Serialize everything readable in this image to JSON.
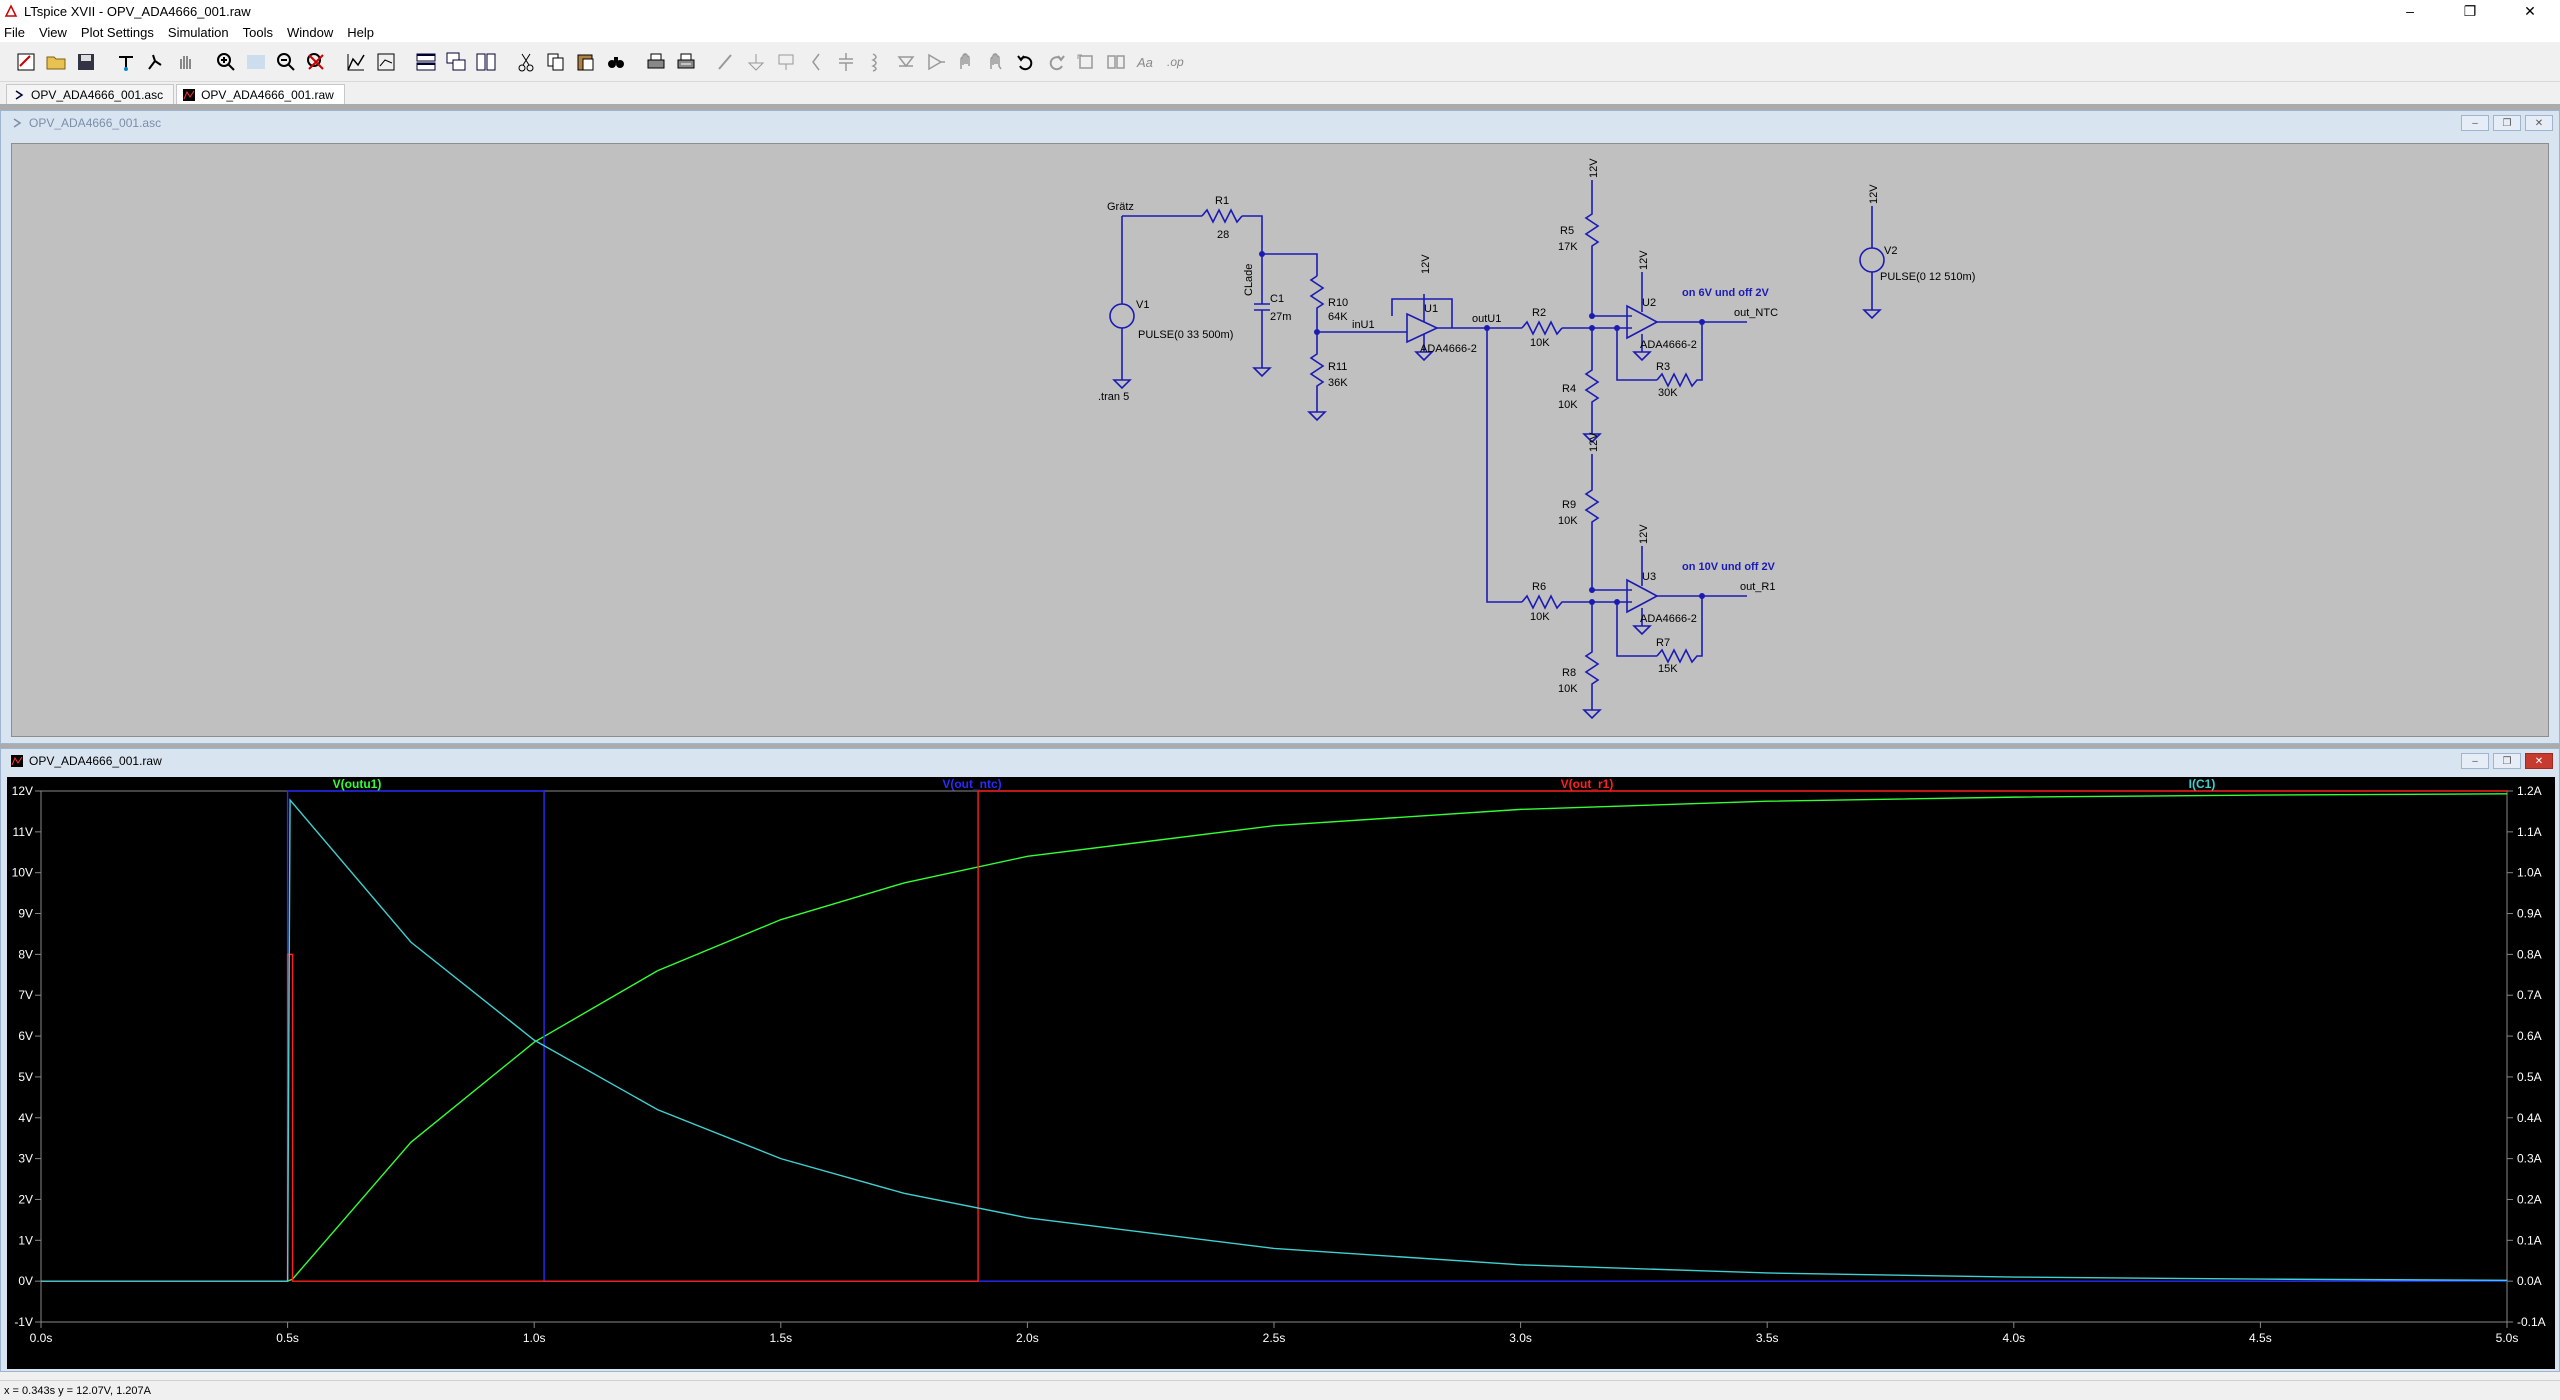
{
  "window": {
    "title": "LTspice XVII - OPV_ADA4666_001.raw",
    "controls": {
      "minimize": "–",
      "maximize": "❐",
      "close": "✕"
    }
  },
  "menu": [
    "File",
    "View",
    "Plot Settings",
    "Simulation",
    "Tools",
    "Window",
    "Help"
  ],
  "toolbar_icons": [
    "new-schematic-icon",
    "open-icon",
    "save-icon",
    "control-panel-icon",
    "run-icon",
    "halt-icon",
    "zoom-in-icon",
    "pan-icon",
    "zoom-out-icon",
    "zoom-cancel-icon",
    "autorange-icon",
    "mark-axis-icon",
    "tile-horizontal-icon",
    "cascade-icon",
    "tile-vertical-icon",
    "cut-icon",
    "copy-icon",
    "paste-icon",
    "find-icon",
    "print-icon",
    "print-setup-icon",
    "draw-wire-icon",
    "ground-icon",
    "label-net-icon",
    "resistor-icon",
    "capacitor-icon",
    "inductor-icon",
    "diode-icon",
    "component-icon",
    "move-icon",
    "drag-icon",
    "undo-icon",
    "redo-icon",
    "rotate-icon",
    "mirror-icon",
    "text-icon",
    "spice-directive-icon"
  ],
  "tabs": [
    {
      "label": "OPV_ADA4666_001.asc",
      "active": false
    },
    {
      "label": "OPV_ADA4666_001.raw",
      "active": true
    }
  ],
  "schematic": {
    "title": "OPV_ADA4666_001.asc",
    "labels": {
      "gratz": "Grätz",
      "r1": "R1",
      "r1v": "28",
      "v1": "V1",
      "v1v": "PULSE(0 33 500m)",
      "tran": ".tran 5",
      "cladel": "CLade",
      "c1": "C1",
      "c1v": "27m",
      "r10": "R10",
      "r10v": "64K",
      "r11": "R11",
      "r11v": "36K",
      "inu1": "inU1",
      "u1": "U1",
      "u1v": "ADA4666-2",
      "outu1": "outU1",
      "r2": "R2",
      "r2v": "10K",
      "r5": "R5",
      "r5v": "17K",
      "r4": "R4",
      "r4v": "10K",
      "u2": "U2",
      "u2v": "ADA4666-2",
      "r3": "R3",
      "r3v": "30K",
      "outntc": "out_NTC",
      "note1": "on 6V und off 2V",
      "v2": "V2",
      "v2v": "PULSE(0 12 510m)",
      "r9": "R9",
      "r9v": "10K",
      "r6": "R6",
      "r6v": "10K",
      "r8": "R8",
      "r8v": "10K",
      "u3": "U3",
      "u3v": "ADA4666-2",
      "r7": "R7",
      "r7v": "15K",
      "outr1": "out_R1",
      "note2": "on 10V und off 2V",
      "rail": "12V"
    }
  },
  "waveform": {
    "title": "OPV_ADA4666_001.raw",
    "trace_labels": [
      "V(outu1)",
      "V(out_ntc)",
      "V(out_r1)",
      "I(C1)"
    ]
  },
  "chart_data": {
    "type": "line",
    "xlabel": "",
    "xlim": [
      0,
      5
    ],
    "x_ticks": [
      "0.0s",
      "0.5s",
      "1.0s",
      "1.5s",
      "2.0s",
      "2.5s",
      "3.0s",
      "3.5s",
      "4.0s",
      "4.5s",
      "5.0s"
    ],
    "y_left_lim": [
      -1,
      12
    ],
    "y_left_ticks": [
      "12V",
      "11V",
      "10V",
      "9V",
      "8V",
      "7V",
      "6V",
      "5V",
      "4V",
      "3V",
      "2V",
      "1V",
      "0V",
      "-1V"
    ],
    "y_right_lim": [
      -0.1,
      1.2
    ],
    "y_right_ticks": [
      "1.2A",
      "1.1A",
      "1.0A",
      "0.9A",
      "0.8A",
      "0.7A",
      "0.6A",
      "0.5A",
      "0.4A",
      "0.3A",
      "0.2A",
      "0.1A",
      "0.0A",
      "-0.1A"
    ],
    "series": [
      {
        "name": "V(outu1)",
        "color": "#33ff33",
        "axis": "left",
        "x": [
          0,
          0.5,
          0.51,
          0.75,
          1.0,
          1.25,
          1.5,
          1.75,
          2.0,
          2.5,
          3.0,
          3.5,
          4.0,
          4.5,
          5.0
        ],
        "y": [
          0,
          0,
          0.05,
          3.4,
          5.85,
          7.6,
          8.85,
          9.75,
          10.4,
          11.15,
          11.55,
          11.75,
          11.85,
          11.9,
          11.93
        ]
      },
      {
        "name": "V(out_ntc)",
        "color": "#2a2aff",
        "axis": "left",
        "x": [
          0,
          0.5,
          0.5,
          1.02,
          1.02,
          5.0
        ],
        "y": [
          0,
          0,
          12,
          12,
          0,
          0
        ]
      },
      {
        "name": "V(out_r1)",
        "color": "#ff2020",
        "axis": "left",
        "x": [
          0,
          0.5,
          0.5,
          0.51,
          0.51,
          1.9,
          1.9,
          5.0
        ],
        "y": [
          0,
          0,
          8,
          8,
          0,
          0,
          12,
          12
        ]
      },
      {
        "name": "I(C1)",
        "color": "#40d0d0",
        "axis": "right",
        "x": [
          0,
          0.5,
          0.505,
          0.75,
          1.0,
          1.25,
          1.5,
          1.75,
          2.0,
          2.5,
          3.0,
          3.5,
          4.0,
          4.5,
          5.0
        ],
        "y": [
          0,
          0,
          1.178,
          0.83,
          0.59,
          0.42,
          0.3,
          0.215,
          0.155,
          0.08,
          0.04,
          0.02,
          0.01,
          0.005,
          0.002
        ]
      }
    ]
  },
  "status": {
    "text": "x = 0.343s   y = 12.07V, 1.207A"
  }
}
